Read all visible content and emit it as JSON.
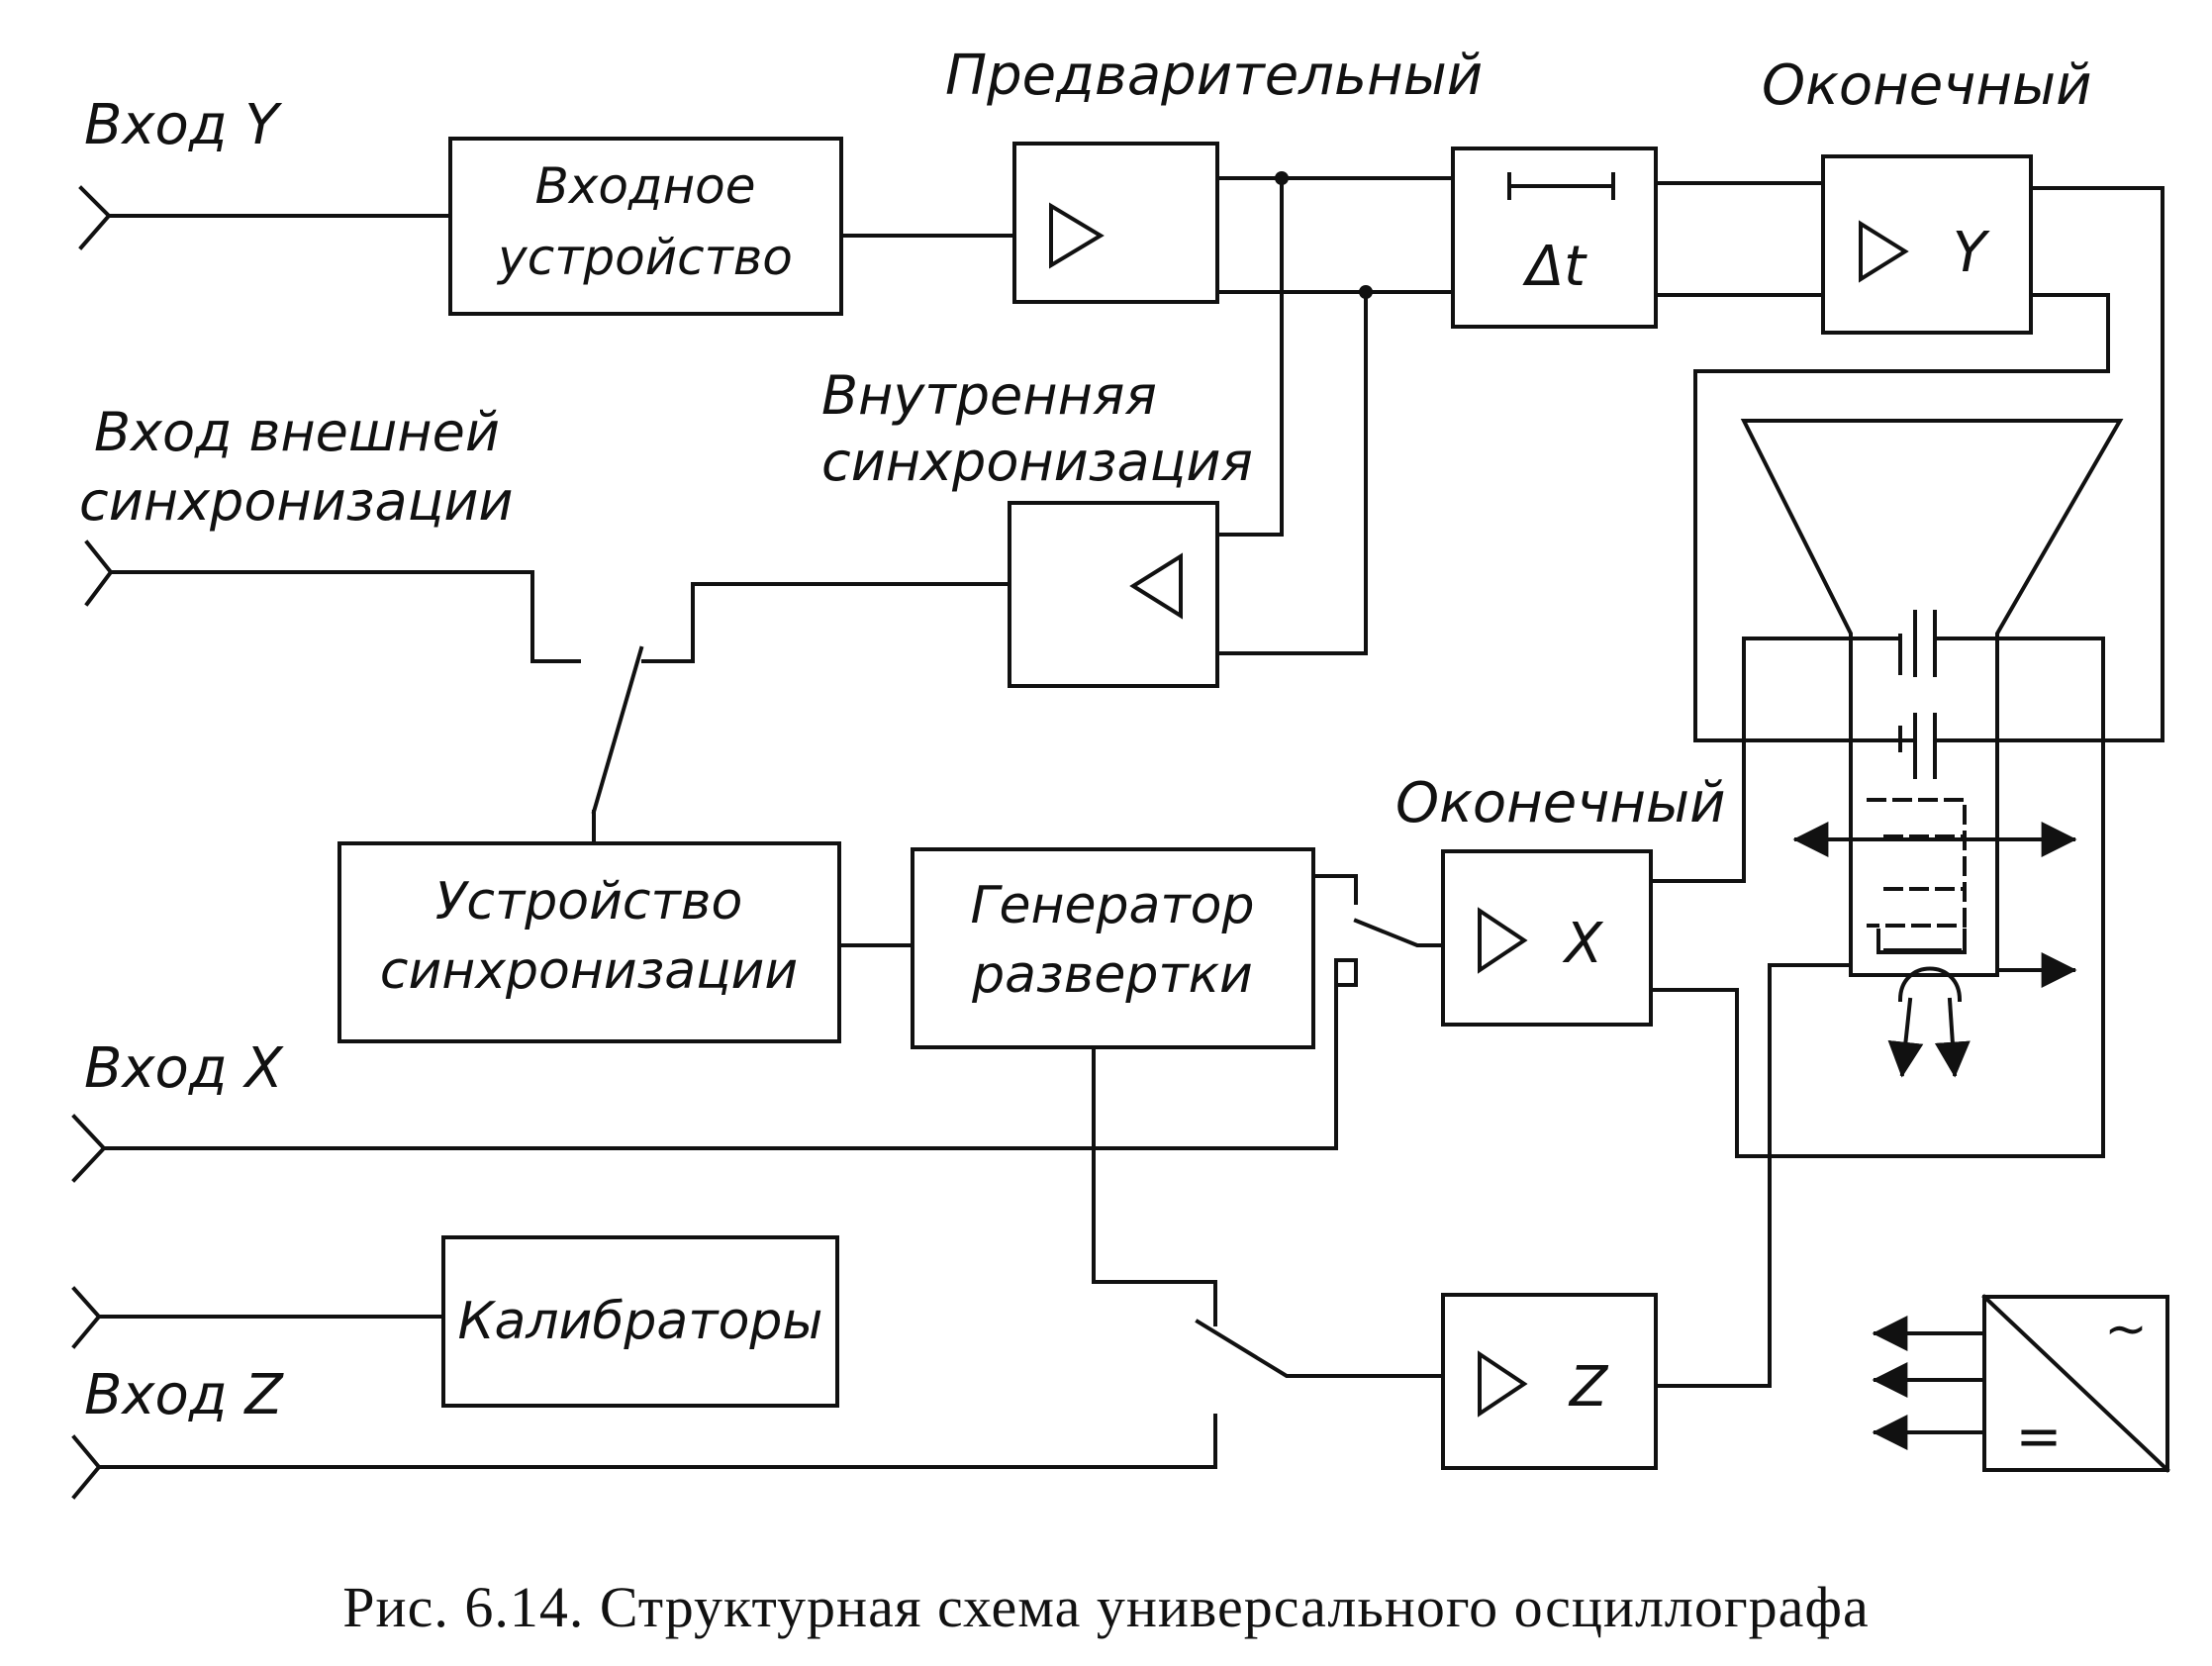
{
  "labels": {
    "input_y": "Вход Y",
    "input_ext_sync": [
      "Вход внешней",
      "синхронизации"
    ],
    "input_x": "Вход X",
    "input_z": "Вход Z",
    "pre_amp_caption": "Предварительный",
    "final_y_caption": "Оконечный",
    "final_x_caption": "Оконечный",
    "internal_sync_caption": [
      "Внутренняя",
      "синхронизация"
    ]
  },
  "blocks": {
    "input_device": [
      "Входное",
      "устройство"
    ],
    "delay_line": "Δt",
    "amp_y": "Y",
    "amp_x": "X",
    "amp_z": "Z",
    "sync_device": [
      "Устройство",
      "синхронизации"
    ],
    "sweep_generator": [
      "Генератор",
      "развертки"
    ],
    "calibrators": "Калибраторы",
    "power_supply": {
      "ac": "~",
      "dc": "="
    }
  },
  "caption": "Рис. 6.14. Структурная схема универсального осциллографа"
}
